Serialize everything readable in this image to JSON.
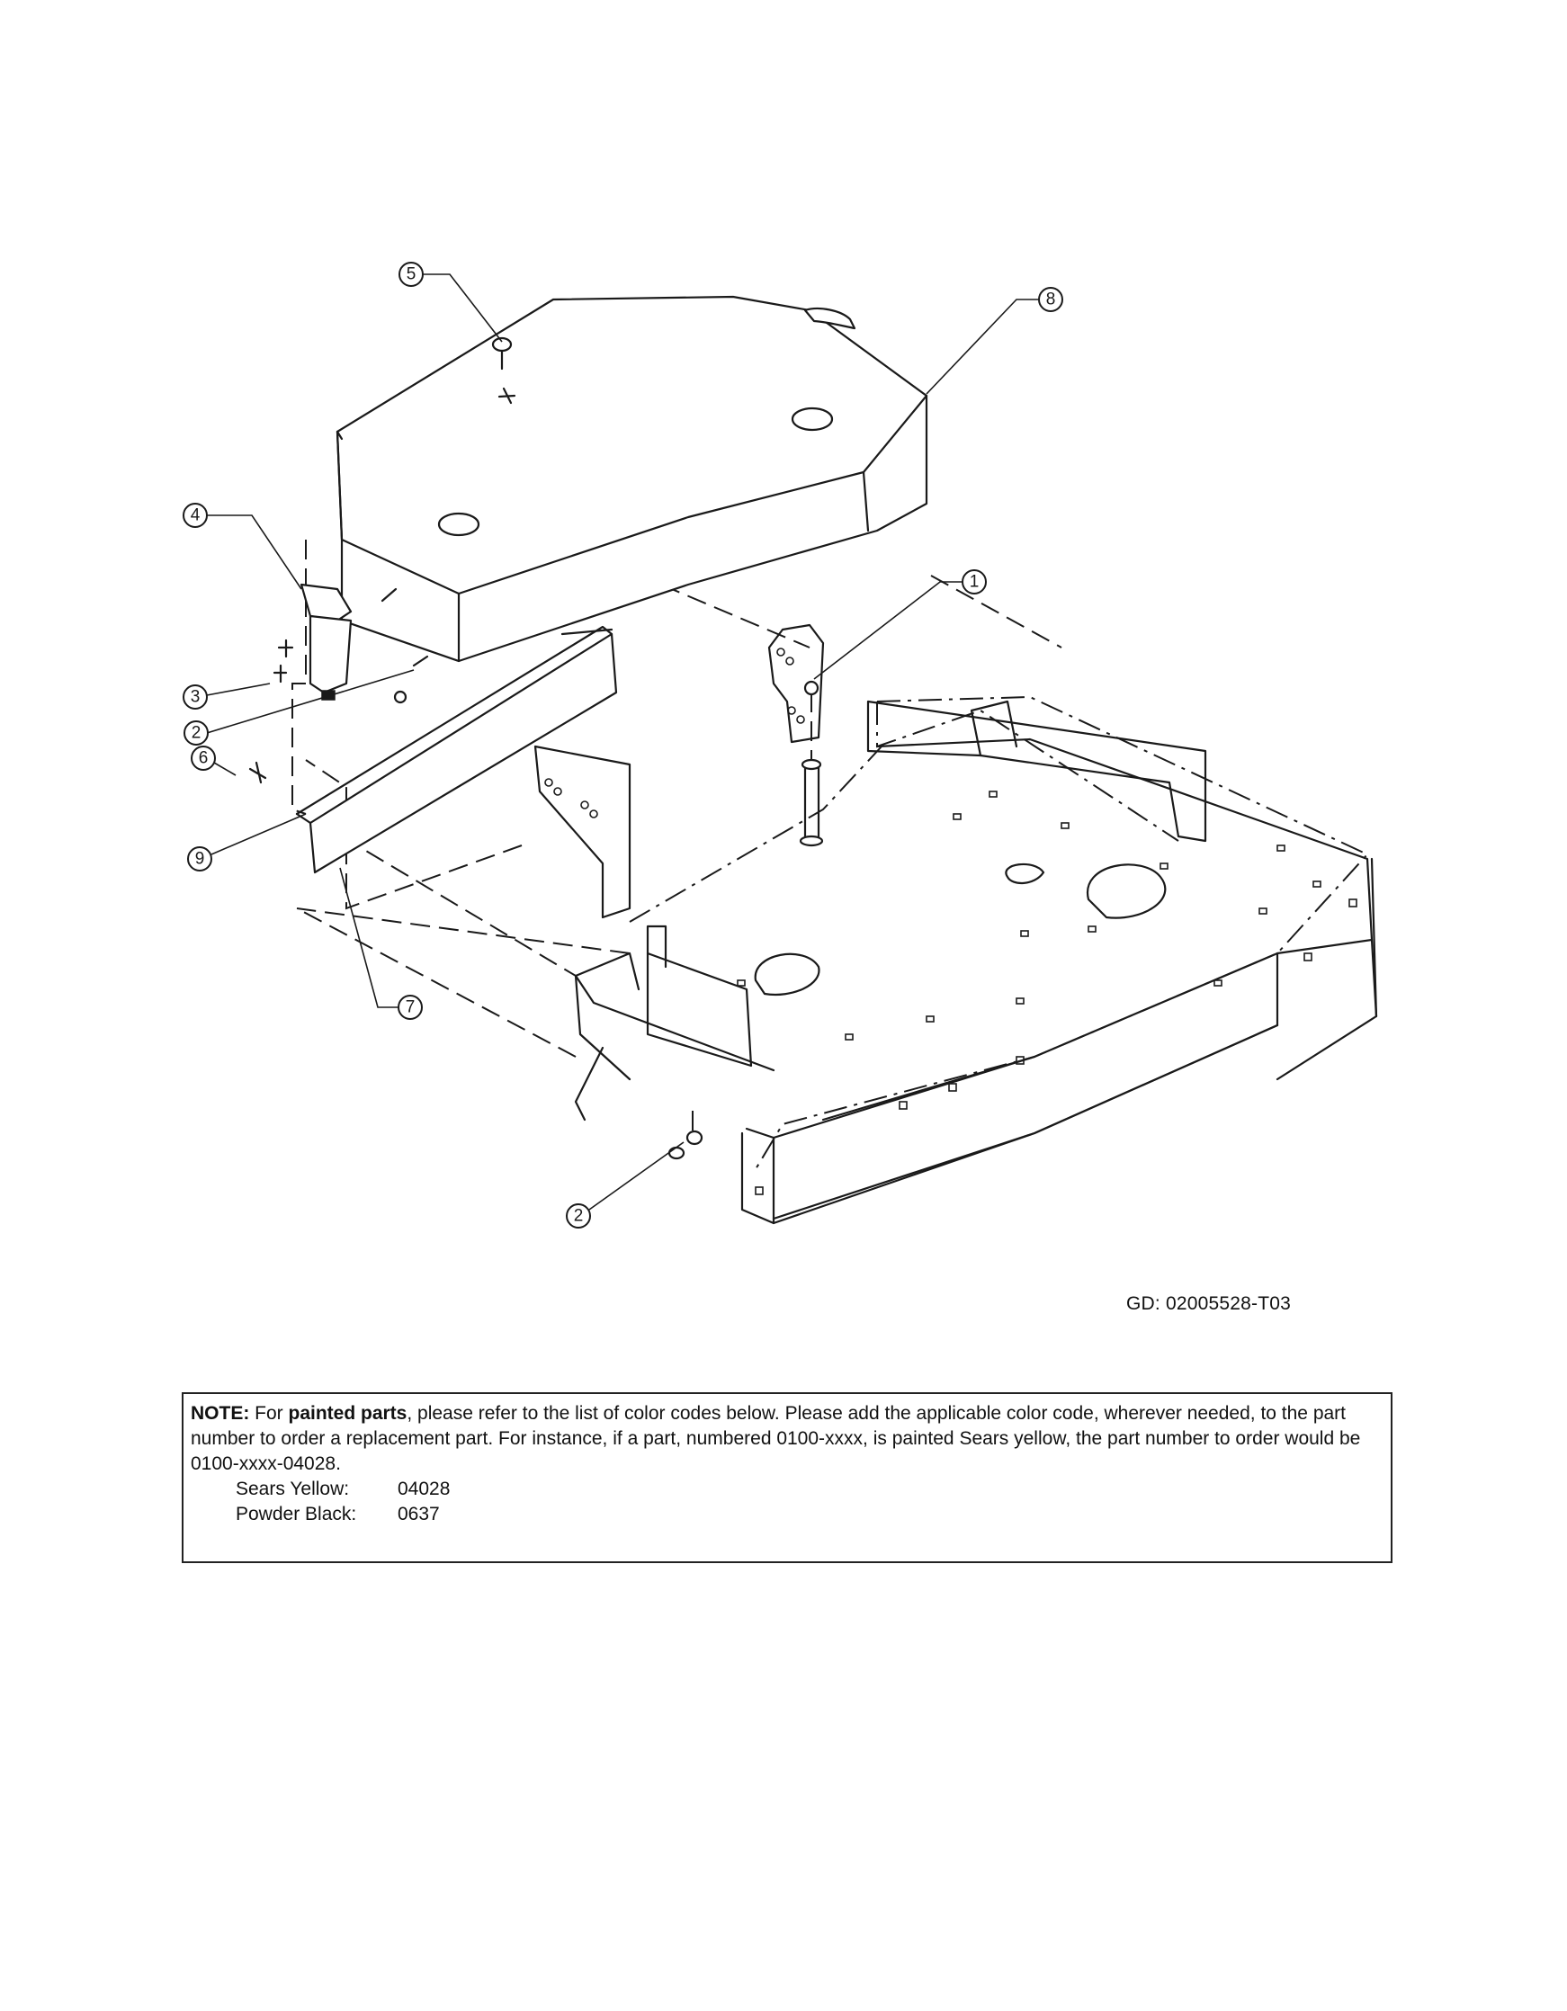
{
  "diagram": {
    "callouts": [
      {
        "id": "c1",
        "label": "1"
      },
      {
        "id": "c2a",
        "label": "2"
      },
      {
        "id": "c2b",
        "label": "2"
      },
      {
        "id": "c3",
        "label": "3"
      },
      {
        "id": "c4",
        "label": "4"
      },
      {
        "id": "c5",
        "label": "5"
      },
      {
        "id": "c6",
        "label": "6"
      },
      {
        "id": "c7",
        "label": "7"
      },
      {
        "id": "c8",
        "label": "8"
      },
      {
        "id": "c9",
        "label": "9"
      }
    ],
    "drawing_code": "GD: 02005528-T03"
  },
  "note": {
    "lead": "NOTE:",
    "text1": " For ",
    "bold_phrase": "painted parts",
    "text2": ", please refer to the list of color codes below. Please add the applicable color code, wherever needed, to the part number to order a replacement part. For instance, if a part, numbered 0100-xxxx, is painted Sears yellow, the part number to order would be 0100-xxxx-04028.",
    "colors": [
      {
        "name": "Sears Yellow:",
        "code": "04028"
      },
      {
        "name": "Powder Black:",
        "code": "0637"
      }
    ]
  }
}
